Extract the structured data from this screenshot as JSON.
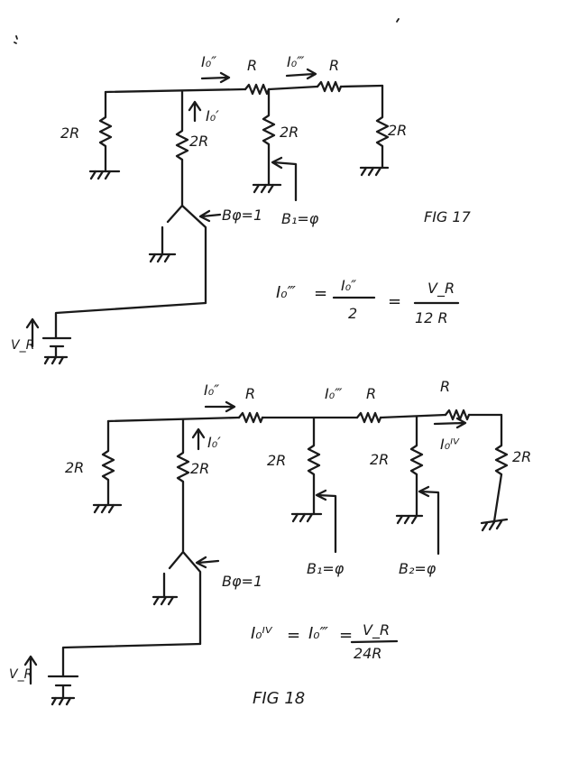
{
  "figures": [
    {
      "caption": "FIG 17",
      "labels": {
        "current_top_1": "I₀″",
        "current_top_2": "I₀‴",
        "resistor_series_1": "R",
        "resistor_series_2": "R",
        "shunt_1": "2R",
        "shunt_2": "2R",
        "shunt_3": "2R",
        "shunt_4": "2R",
        "current_branch": "I₀′",
        "switch_b0": "Bφ=1",
        "switch_b1": "B₁=φ",
        "source": "V_R"
      },
      "equation": {
        "lhs": "I₀‴",
        "eq1": "=",
        "frac1_num": "I₀″",
        "frac1_den": "2",
        "eq2": "=",
        "frac2_num": "V_R",
        "frac2_den": "12 R"
      }
    },
    {
      "caption": "FIG 18",
      "labels": {
        "current_top_1": "I₀″",
        "current_top_2": "I₀‴",
        "current_top_3": "I₀ᴵⱽ",
        "resistor_series_1": "R",
        "resistor_series_2": "R",
        "resistor_series_3": "R",
        "shunt_1": "2R",
        "shunt_2": "2R",
        "shunt_3": "2R",
        "shunt_4": "2R",
        "shunt_5": "2R",
        "current_branch": "I₀′",
        "switch_b0": "Bφ=1",
        "switch_b1": "B₁=φ",
        "switch_b2": "B₂=φ",
        "source": "V_R"
      },
      "equation": {
        "lhs": "I₀ᴵⱽ",
        "eq1": "=",
        "mid": "I₀‴",
        "eq2": "=",
        "frac_num": "V_R",
        "frac_den": "24R"
      }
    }
  ]
}
